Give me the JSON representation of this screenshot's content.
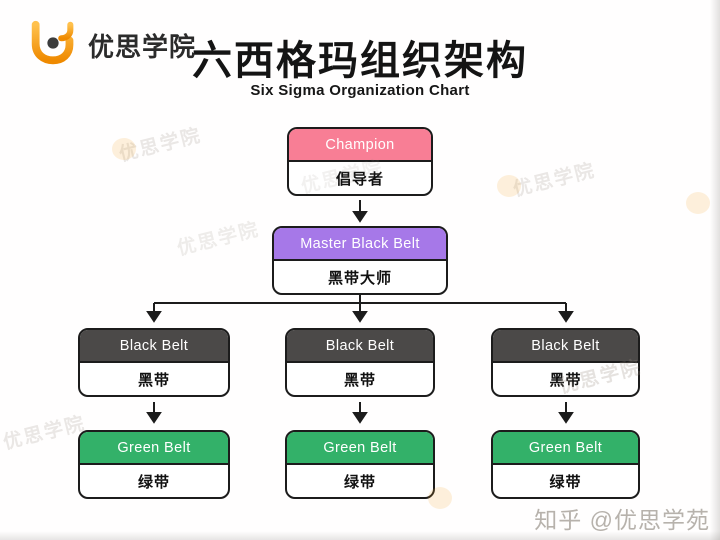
{
  "brand": {
    "name": "优思学院"
  },
  "header": {
    "title": "六西格玛组织架构",
    "subtitle": "Six Sigma Organization Chart"
  },
  "org": {
    "nodes": [
      {
        "role": "Champion",
        "role_cn": "倡导者",
        "level": 1,
        "header_color": "#f87e95"
      },
      {
        "role": "Master Black Belt",
        "role_cn": "黑带大师",
        "level": 2,
        "header_color": "#a678e8"
      },
      {
        "role": "Black Belt",
        "role_cn": "黑带",
        "level": 3,
        "header_color": "#4b4948"
      },
      {
        "role": "Black Belt",
        "role_cn": "黑带",
        "level": 3,
        "header_color": "#4b4948"
      },
      {
        "role": "Black Belt",
        "role_cn": "黑带",
        "level": 3,
        "header_color": "#4b4948"
      },
      {
        "role": "Green Belt",
        "role_cn": "绿带",
        "level": 4,
        "header_color": "#33b169"
      },
      {
        "role": "Green Belt",
        "role_cn": "绿带",
        "level": 4,
        "header_color": "#33b169"
      },
      {
        "role": "Green Belt",
        "role_cn": "绿带",
        "level": 4,
        "header_color": "#33b169"
      }
    ],
    "edges": [
      [
        "Champion",
        "Master Black Belt"
      ],
      [
        "Master Black Belt",
        "Black Belt x3"
      ],
      [
        "Black Belt",
        "Green Belt (each column)"
      ]
    ]
  },
  "watermark": {
    "text": "优思学院"
  },
  "attribution": "知乎 @优思学苑",
  "colors": {
    "champion": "#f87e95",
    "master_black_belt": "#a678e8",
    "black_belt": "#4b4948",
    "green_belt": "#33b169",
    "border": "#1c1c1c",
    "logo_orange": "#f59a1d"
  }
}
